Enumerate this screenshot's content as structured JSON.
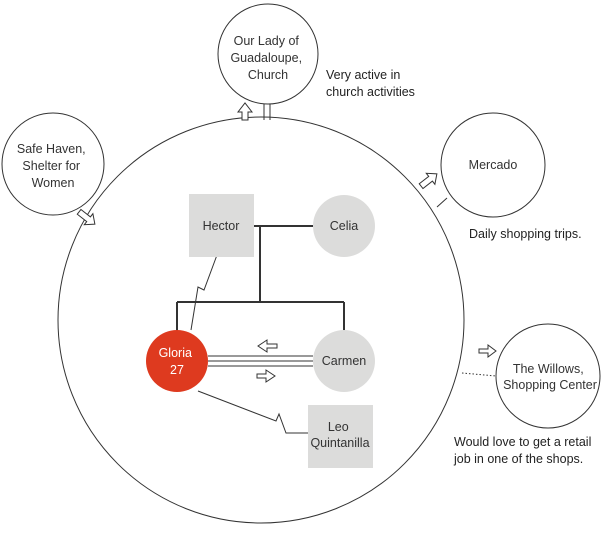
{
  "colors": {
    "line": "#333333",
    "node_fill": "#dcdcdb",
    "focus_fill": "#de3a1f",
    "focus_text": "#ffffff"
  },
  "external": {
    "church": {
      "lines": [
        "Our Lady of",
        "Guadaloupe,",
        "Church"
      ],
      "note": [
        "Very active in",
        "church activities"
      ]
    },
    "shelter": {
      "lines": [
        "Safe Haven,",
        "Shelter for",
        "Women"
      ]
    },
    "mercado": {
      "lines": [
        "Mercado"
      ],
      "note": [
        "Daily shopping trips."
      ]
    },
    "willows": {
      "lines": [
        "The Willows,",
        "Shopping Center"
      ],
      "note": [
        "Would love to get a retail",
        "job in one of the shops."
      ]
    }
  },
  "family": {
    "hector": {
      "name": "Hector",
      "shape": "square"
    },
    "celia": {
      "name": "Celia",
      "shape": "circle"
    },
    "gloria": {
      "lines": [
        "Gloria",
        "27"
      ],
      "shape": "circle",
      "focus": true
    },
    "carmen": {
      "name": "Carmen",
      "shape": "circle"
    },
    "leo": {
      "lines": [
        "Leo",
        "Quintanilla"
      ],
      "shape": "square"
    }
  }
}
